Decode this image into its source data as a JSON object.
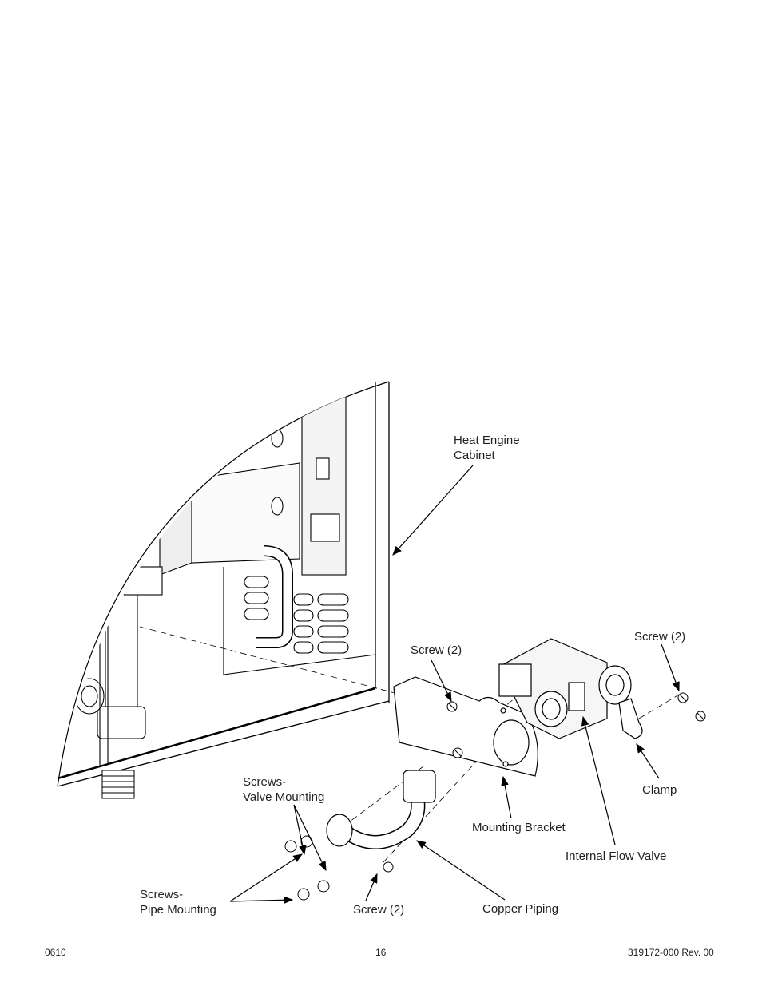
{
  "labels": {
    "heat_engine_cabinet": [
      "Heat Engine",
      "Cabinet"
    ],
    "screw_bracket": "Screw (2)",
    "screw_clamp": "Screw (2)",
    "screw_pipe": "Screw (2)",
    "clamp": "Clamp",
    "mounting_bracket": "Mounting Bracket",
    "internal_flow_valve": "Internal Flow Valve",
    "copper_piping": "Copper Piping",
    "screws_valve_mounting": [
      "Screws-",
      "Valve Mounting"
    ],
    "screws_pipe_mounting": [
      "Screws-",
      "Pipe Mounting"
    ]
  },
  "footer": {
    "left": "0610",
    "center": "16",
    "right": "319172-000 Rev. 00"
  }
}
